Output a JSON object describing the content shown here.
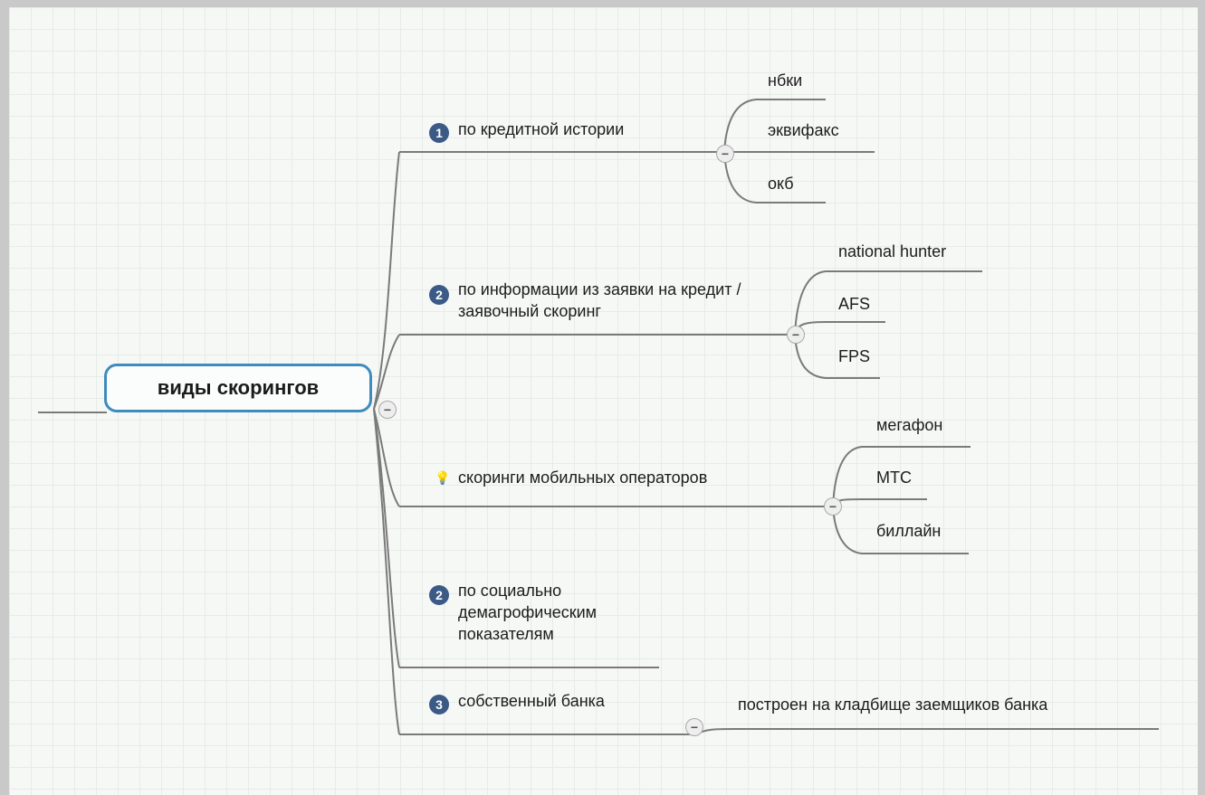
{
  "root": {
    "label": "виды скорингов"
  },
  "branches": [
    {
      "marker": "1",
      "label": "по кредитной истории",
      "children": [
        "нбки",
        "эквифакс",
        "окб"
      ]
    },
    {
      "marker": "2",
      "label": "по информации из заявки на кредит / заявочный скоринг",
      "children": [
        "national hunter",
        "AFS",
        "FPS"
      ]
    },
    {
      "marker": "bulb",
      "label": "скоринги мобильных операторов",
      "children": [
        "мегафон",
        "МТС",
        "биллайн"
      ]
    },
    {
      "marker": "2",
      "label": "по социально демагрофическим показателям",
      "children": []
    },
    {
      "marker": "3",
      "label": "собственный банка",
      "children": [
        "построен на кладбище заемщиков банка"
      ]
    }
  ],
  "toggle_symbol": "−",
  "colors": {
    "root_border": "#3f8bbd",
    "badge": "#3c5a86",
    "line": "#777777",
    "grid": "#e6ece7"
  }
}
